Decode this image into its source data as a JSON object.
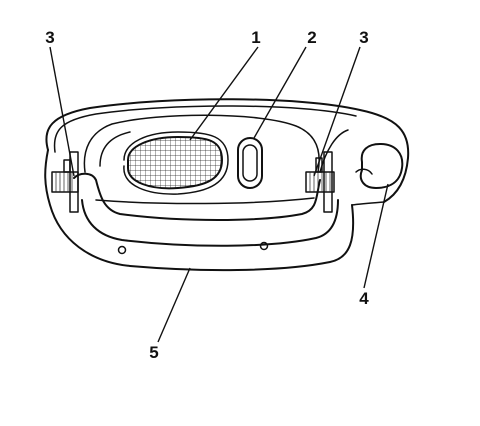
{
  "callouts": {
    "c1": "1",
    "c2": "2",
    "c3_left": "3",
    "c3_right": "3",
    "c4": "4",
    "c5": "5"
  }
}
